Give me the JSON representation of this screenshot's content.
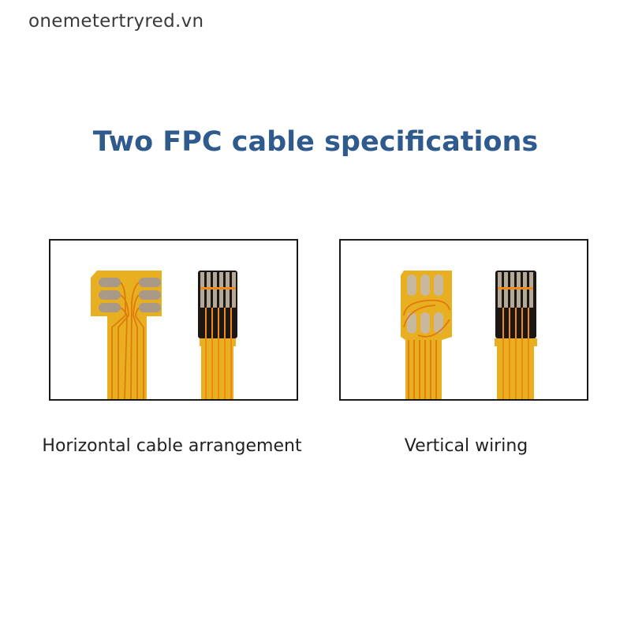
{
  "watermark": "onemetertryred.vn",
  "title": "Two FPC cable specifications",
  "panels": [
    {
      "caption": "Horizontal cable arrangement"
    },
    {
      "caption": "Vertical wiring"
    }
  ],
  "colors": {
    "title": "#2f5a8e",
    "fpc": "#e8a81a",
    "trace": "#e07a10",
    "pad": "#b8a890"
  }
}
